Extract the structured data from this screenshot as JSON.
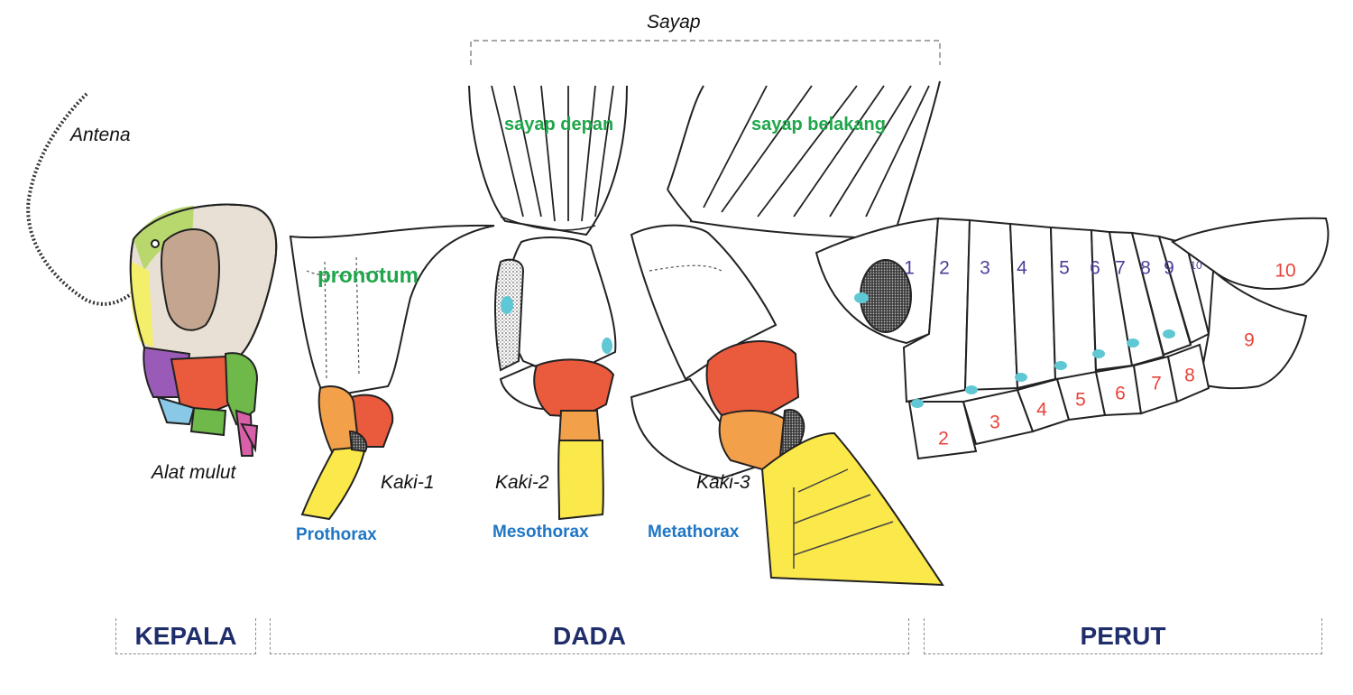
{
  "labels": {
    "sayap": "Sayap",
    "antena": "Antena",
    "alat_mulut": "Alat mulut",
    "pronotum": "pronotum",
    "sayap_depan": "sayap depan",
    "sayap_belakang": "sayap belakang",
    "kaki1": "Kaki-1",
    "kaki2": "Kaki-2",
    "kaki3": "Kaki-3",
    "prothorax": "Prothorax",
    "mesothorax": "Mesothorax",
    "metathorax": "Metathorax"
  },
  "sections": {
    "kepala": "KEPALA",
    "dada": "DADA",
    "perut": "PERUT"
  },
  "abdomen": {
    "tergites": [
      "1",
      "2",
      "3",
      "4",
      "5",
      "6",
      "7",
      "8",
      "9",
      "10",
      "10"
    ],
    "sternites": [
      "2",
      "3",
      "4",
      "5",
      "6",
      "7",
      "8",
      "9"
    ]
  },
  "colors": {
    "section_text": "#1f2d6b",
    "thorax_text": "#1f77c4",
    "part_text": "#1fa64a",
    "tergite_num": "#4a3f99",
    "sternite_num": "#e8443a",
    "leg_coxa": "#ea5a3c",
    "leg_trochanter": "#f3a04a",
    "leg_femur": "#fbe84a",
    "spiracle": "#5fc8d4",
    "compound_eye": "#c4a690"
  }
}
